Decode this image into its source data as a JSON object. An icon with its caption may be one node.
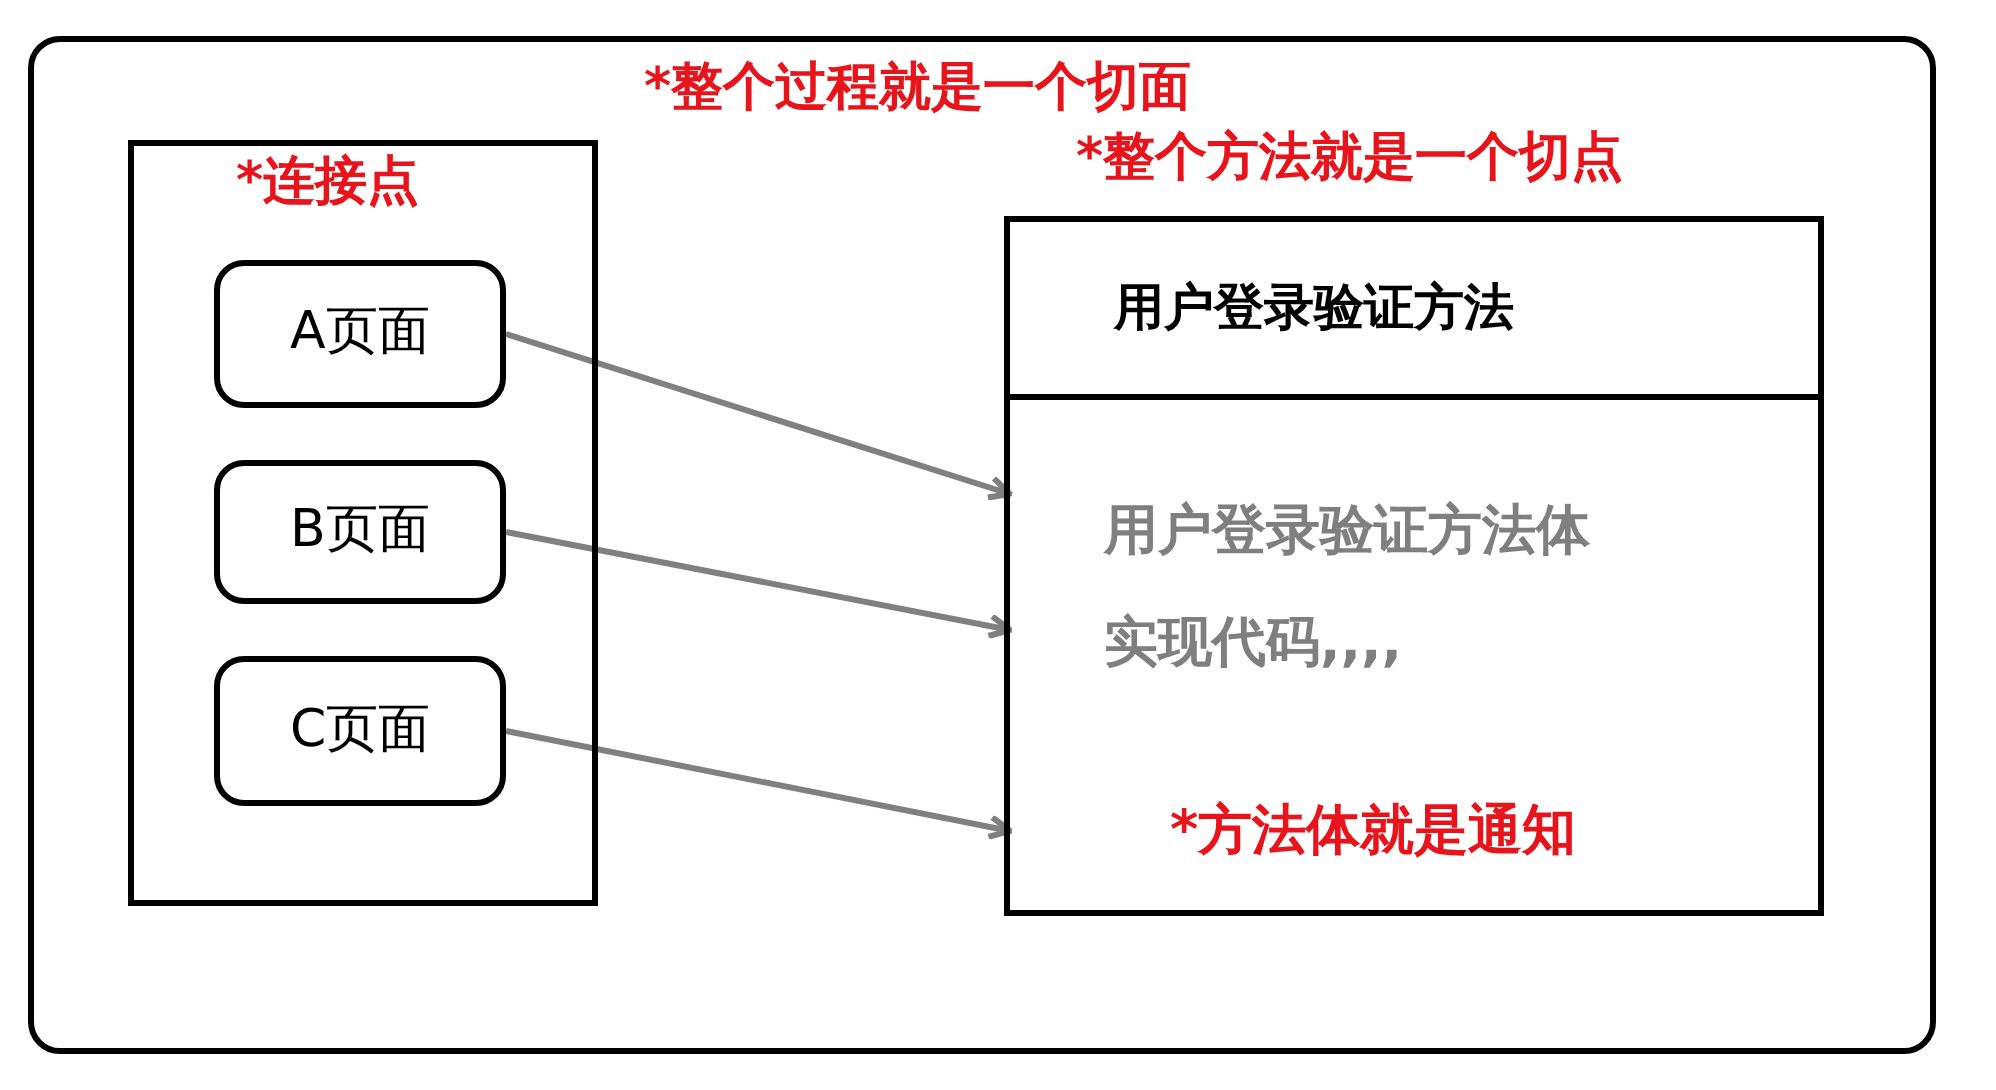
{
  "diagram": {
    "nodes": [
      {
        "text": [
          "*整个过程就是一个切面"
        ]
      },
      {
        "text": [
          "*连接点"
        ],
        "in": 0
      },
      {
        "text": [
          "A页面"
        ],
        "in": 1
      },
      {
        "text": [
          "B页面"
        ],
        "in": 1
      },
      {
        "text": [
          "C页面"
        ],
        "in": 1
      },
      {
        "text": [
          "*整个方法就是一个切点"
        ],
        "in": 0
      },
      {
        "text": [
          "用户登录验证方法"
        ],
        "in": 5
      },
      {
        "text": [
          "用户登录验证方法体实现代码,,,,",
          "*方法体就是通知"
        ],
        "in": 5
      }
    ],
    "edges": [
      {
        "from": 2,
        "to": 7,
        "arrow": "to"
      },
      {
        "from": 3,
        "to": 7,
        "arrow": "to"
      },
      {
        "from": 4,
        "to": 7,
        "arrow": "to"
      }
    ]
  }
}
